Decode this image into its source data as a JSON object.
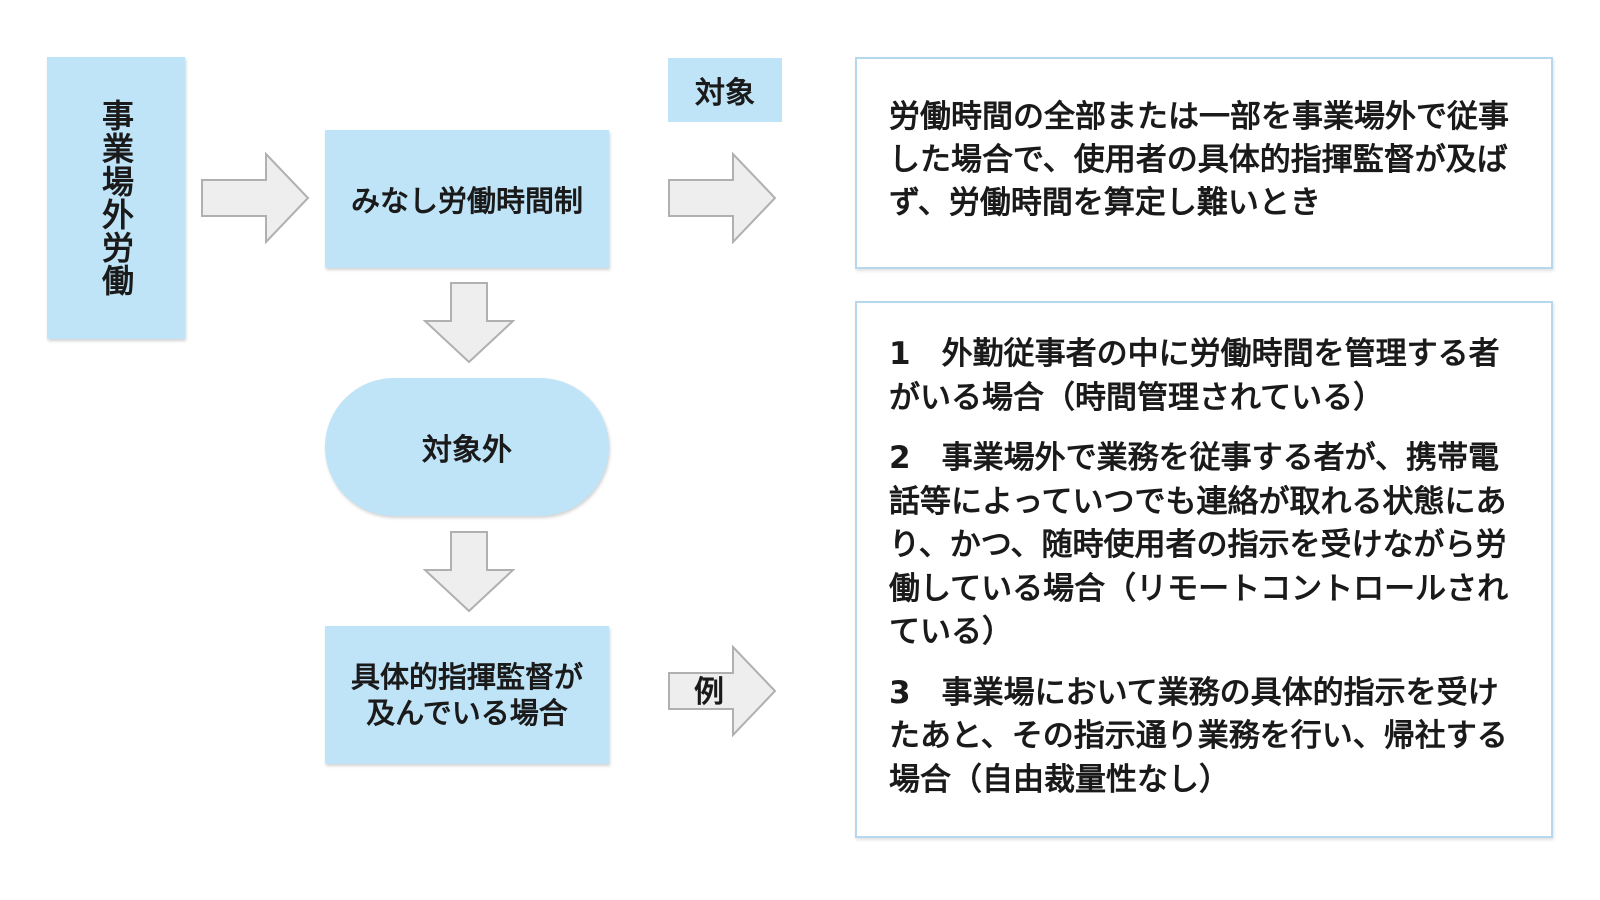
{
  "left_box": {
    "text": "事業場外労働"
  },
  "flow": {
    "minashi": "みなし労働時間制",
    "taishogai": "対象外",
    "gutai": "具体的指揮監督が及んでいる場合"
  },
  "labels": {
    "taisho": "対象",
    "rei": "例"
  },
  "right_top": {
    "text": "労働時間の全部または一部を事業場外で従事した場合で、使用者の具体的指揮監督が及ばず、労働時間を算定し難いとき"
  },
  "right_bottom": {
    "items": [
      "1　外勤従事者の中に労働時間を管理する者がいる場合（時間管理されている）",
      "2　事業場外で業務を従事する者が、携帯電話等によっていつでも連絡が取れる状態にあり、かつ、随時使用者の指示を受けながら労働している場合（リモートコントロールされている）",
      "3　事業場において業務の具体的指示を受けたあと、その指示通り業務を行い、帰社する場合（自由裁量性なし）"
    ]
  },
  "colors": {
    "box_fill": "#bfe3f7",
    "arrow_fill": "#eeeeee",
    "arrow_stroke": "#b0b0b0",
    "panel_border": "#b5d8ef"
  }
}
